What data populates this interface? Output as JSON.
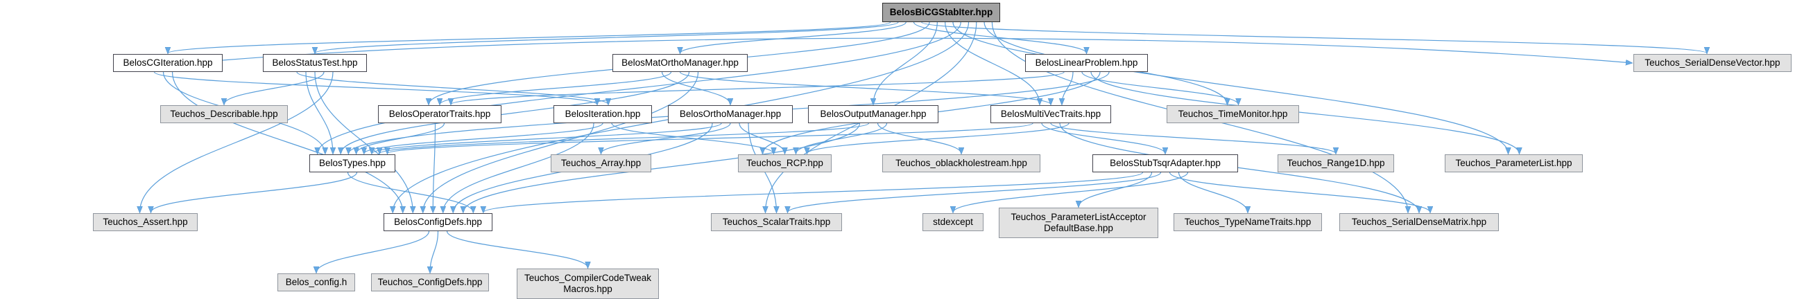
{
  "diagram": {
    "kind": "include-dependency-graph",
    "root_label": "BelosBiCGStabIter.hpp",
    "colors": {
      "edge": "#4b96d7",
      "arrowhead": "#5aa2e2",
      "current_node_bg": "#a2a2a2",
      "internal_node_bg": "#ffffff",
      "external_node_bg": "#e2e2e2",
      "text": "#000000"
    },
    "nodes": [
      {
        "id": "bicgstab",
        "label": "BelosBiCGStabIter.hpp",
        "style": "current"
      },
      {
        "id": "cgiter",
        "label": "BelosCGIteration.hpp",
        "style": "internal"
      },
      {
        "id": "statustest",
        "label": "BelosStatusTest.hpp",
        "style": "internal"
      },
      {
        "id": "matortho",
        "label": "BelosMatOrthoManager.hpp",
        "style": "internal"
      },
      {
        "id": "linprob",
        "label": "BelosLinearProblem.hpp",
        "style": "internal"
      },
      {
        "id": "sdvector",
        "label": "Teuchos_SerialDenseVector.hpp",
        "style": "external"
      },
      {
        "id": "describable",
        "label": "Teuchos_Describable.hpp",
        "style": "external"
      },
      {
        "id": "optraits",
        "label": "BelosOperatorTraits.hpp",
        "style": "internal"
      },
      {
        "id": "iteration",
        "label": "BelosIteration.hpp",
        "style": "internal"
      },
      {
        "id": "orthomgr",
        "label": "BelosOrthoManager.hpp",
        "style": "internal"
      },
      {
        "id": "outputmgr",
        "label": "BelosOutputManager.hpp",
        "style": "internal"
      },
      {
        "id": "mvtraits",
        "label": "BelosMultiVecTraits.hpp",
        "style": "internal"
      },
      {
        "id": "timemon",
        "label": "Teuchos_TimeMonitor.hpp",
        "style": "external"
      },
      {
        "id": "belostypes",
        "label": "BelosTypes.hpp",
        "style": "internal"
      },
      {
        "id": "array",
        "label": "Teuchos_Array.hpp",
        "style": "external"
      },
      {
        "id": "rcp",
        "label": "Teuchos_RCP.hpp",
        "style": "external"
      },
      {
        "id": "oblackhole",
        "label": "Teuchos_oblackholestream.hpp",
        "style": "external"
      },
      {
        "id": "stubtsqr",
        "label": "BelosStubTsqrAdapter.hpp",
        "style": "internal"
      },
      {
        "id": "range1d",
        "label": "Teuchos_Range1D.hpp",
        "style": "external"
      },
      {
        "id": "paramlist",
        "label": "Teuchos_ParameterList.hpp",
        "style": "external"
      },
      {
        "id": "assert",
        "label": "Teuchos_Assert.hpp",
        "style": "external"
      },
      {
        "id": "configdefs",
        "label": "BelosConfigDefs.hpp",
        "style": "internal"
      },
      {
        "id": "scalartraits",
        "label": "Teuchos_ScalarTraits.hpp",
        "style": "external"
      },
      {
        "id": "stdexcept",
        "label": "stdexcept",
        "style": "external"
      },
      {
        "id": "placceptor",
        "lines": [
          "Teuchos_ParameterListAcceptor",
          "DefaultBase.hpp"
        ],
        "style": "external"
      },
      {
        "id": "typename",
        "label": "Teuchos_TypeNameTraits.hpp",
        "style": "external"
      },
      {
        "id": "sdmatrix",
        "label": "Teuchos_SerialDenseMatrix.hpp",
        "style": "external"
      },
      {
        "id": "belosconfig_h",
        "label": "Belos_config.h",
        "style": "external"
      },
      {
        "id": "tconfigdefs",
        "label": "Teuchos_ConfigDefs.hpp",
        "style": "external"
      },
      {
        "id": "tweakmacros",
        "lines": [
          "Teuchos_CompilerCodeTweak",
          "Macros.hpp"
        ],
        "style": "external"
      }
    ],
    "edges": [
      [
        "bicgstab",
        "cgiter"
      ],
      [
        "bicgstab",
        "statustest"
      ],
      [
        "bicgstab",
        "matortho"
      ],
      [
        "bicgstab",
        "linprob"
      ],
      [
        "bicgstab",
        "sdvector"
      ],
      [
        "bicgstab",
        "optraits"
      ],
      [
        "bicgstab",
        "outputmgr"
      ],
      [
        "bicgstab",
        "mvtraits"
      ],
      [
        "bicgstab",
        "timemon"
      ],
      [
        "bicgstab",
        "belostypes"
      ],
      [
        "bicgstab",
        "configdefs"
      ],
      [
        "bicgstab",
        "scalartraits"
      ],
      [
        "bicgstab",
        "paramlist"
      ],
      [
        "bicgstab",
        "sdmatrix"
      ],
      [
        "cgiter",
        "iteration"
      ],
      [
        "cgiter",
        "belostypes"
      ],
      [
        "cgiter",
        "configdefs"
      ],
      [
        "cgiter",
        "sdvector"
      ],
      [
        "statustest",
        "iteration"
      ],
      [
        "statustest",
        "belostypes"
      ],
      [
        "statustest",
        "configdefs"
      ],
      [
        "statustest",
        "describable"
      ],
      [
        "statustest",
        "assert"
      ],
      [
        "matortho",
        "orthomgr"
      ],
      [
        "matortho",
        "optraits"
      ],
      [
        "matortho",
        "mvtraits"
      ],
      [
        "matortho",
        "belostypes"
      ],
      [
        "matortho",
        "configdefs"
      ],
      [
        "linprob",
        "optraits"
      ],
      [
        "linprob",
        "mvtraits"
      ],
      [
        "linprob",
        "timemon"
      ],
      [
        "linprob",
        "paramlist"
      ],
      [
        "linprob",
        "rcp"
      ],
      [
        "linprob",
        "belostypes"
      ],
      [
        "optraits",
        "configdefs"
      ],
      [
        "optraits",
        "belostypes"
      ],
      [
        "iteration",
        "configdefs"
      ],
      [
        "iteration",
        "belostypes"
      ],
      [
        "iteration",
        "rcp"
      ],
      [
        "orthomgr",
        "configdefs"
      ],
      [
        "orthomgr",
        "belostypes"
      ],
      [
        "orthomgr",
        "array"
      ],
      [
        "orthomgr",
        "rcp"
      ],
      [
        "orthomgr",
        "scalartraits"
      ],
      [
        "outputmgr",
        "configdefs"
      ],
      [
        "outputmgr",
        "belostypes"
      ],
      [
        "outputmgr",
        "oblackhole"
      ],
      [
        "outputmgr",
        "rcp"
      ],
      [
        "mvtraits",
        "belostypes"
      ],
      [
        "mvtraits",
        "stubtsqr"
      ],
      [
        "mvtraits",
        "range1d"
      ],
      [
        "mvtraits",
        "sdmatrix"
      ],
      [
        "mvtraits",
        "rcp"
      ],
      [
        "belostypes",
        "configdefs"
      ],
      [
        "belostypes",
        "assert"
      ],
      [
        "stubtsqr",
        "configdefs"
      ],
      [
        "stubtsqr",
        "placceptor"
      ],
      [
        "stubtsqr",
        "scalartraits"
      ],
      [
        "stubtsqr",
        "sdmatrix"
      ],
      [
        "stubtsqr",
        "typename"
      ],
      [
        "stubtsqr",
        "stdexcept"
      ],
      [
        "configdefs",
        "belosconfig_h"
      ],
      [
        "configdefs",
        "tconfigdefs"
      ],
      [
        "configdefs",
        "tweakmacros"
      ]
    ]
  }
}
